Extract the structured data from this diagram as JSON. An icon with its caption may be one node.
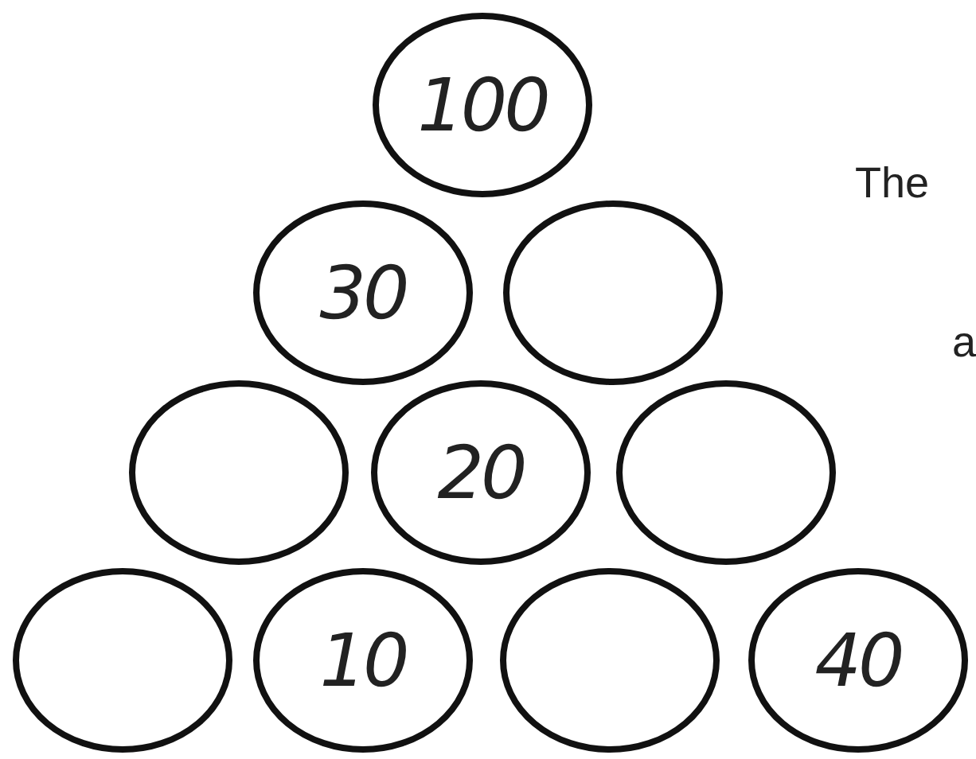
{
  "diagram": {
    "nodes": [
      {
        "text": [
          "100"
        ]
      },
      {
        "text": [
          "30"
        ]
      },
      {
        "text": [],
        "shape": "circle"
      },
      {
        "text": [],
        "shape": "circle"
      },
      {
        "text": [
          "20"
        ]
      },
      {
        "text": [],
        "shape": "circle"
      },
      {
        "text": [],
        "shape": "circle"
      },
      {
        "text": [
          "10"
        ]
      },
      {
        "text": [],
        "shape": "circle"
      },
      {
        "text": [
          "40"
        ]
      }
    ],
    "labels": [
      "The",
      "a"
    ]
  }
}
